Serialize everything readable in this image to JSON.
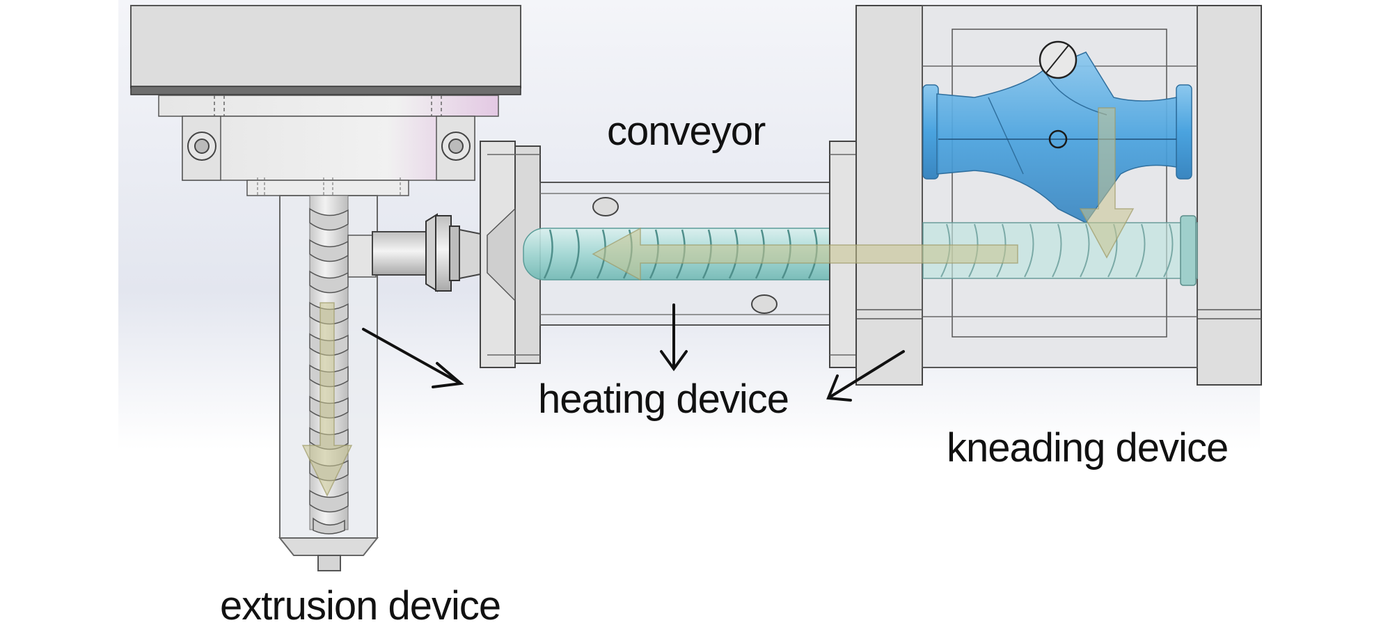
{
  "labels": {
    "conveyor": "conveyor",
    "heating": "heating device",
    "kneading": "kneading device",
    "extrusion": "extrusion device"
  },
  "colors": {
    "frame_fill": "#dcdcdc",
    "frame_stroke": "#3a3a3a",
    "blue_part": "#4aa3df",
    "screw_teal": "#a8dcd8",
    "flow_arrow": "#c9c48f",
    "pointer": "#111111"
  }
}
